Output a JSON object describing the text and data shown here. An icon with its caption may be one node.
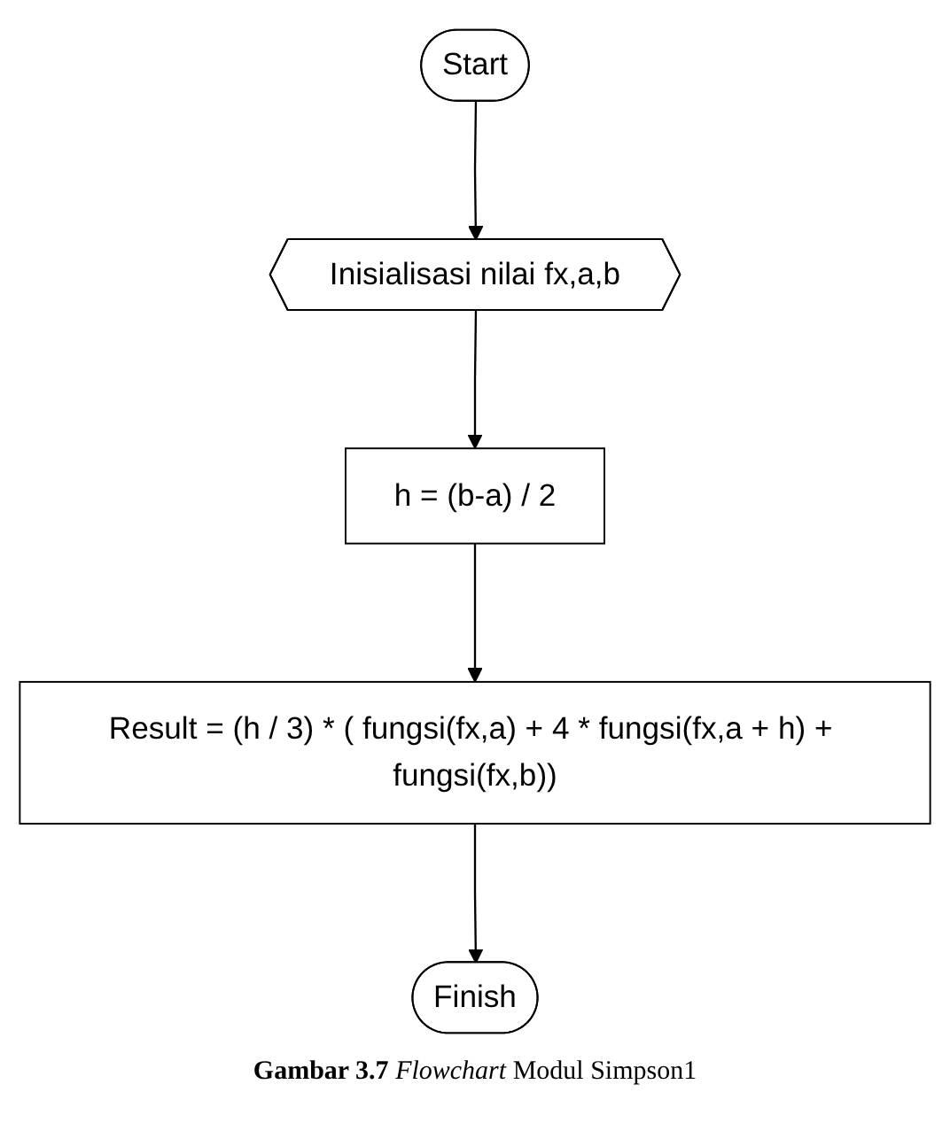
{
  "diagram": {
    "caption": "**Gambar 3.7** *Flowchart* Modul Simpson1",
    "nodes": [
      {
        "text": [
          "Start"
        ]
      },
      {
        "text": [
          "Inisialisasi nilai fx,a,b"
        ]
      },
      {
        "text": [
          "h = (b-a) / 2"
        ]
      },
      {
        "text": [
          "Result = (h / 3) * ( fungsi(fx,a) + 4 * fungsi(fx,a + h) + fungsi(fx,b))"
        ]
      },
      {
        "text": [
          "Finish"
        ]
      }
    ],
    "edges": [
      {
        "from": 0,
        "to": 1,
        "arrow": "to"
      },
      {
        "from": 1,
        "to": 2,
        "arrow": "to"
      },
      {
        "from": 2,
        "to": 3,
        "arrow": "to"
      },
      {
        "from": 3,
        "to": 4,
        "arrow": "to"
      }
    ]
  }
}
